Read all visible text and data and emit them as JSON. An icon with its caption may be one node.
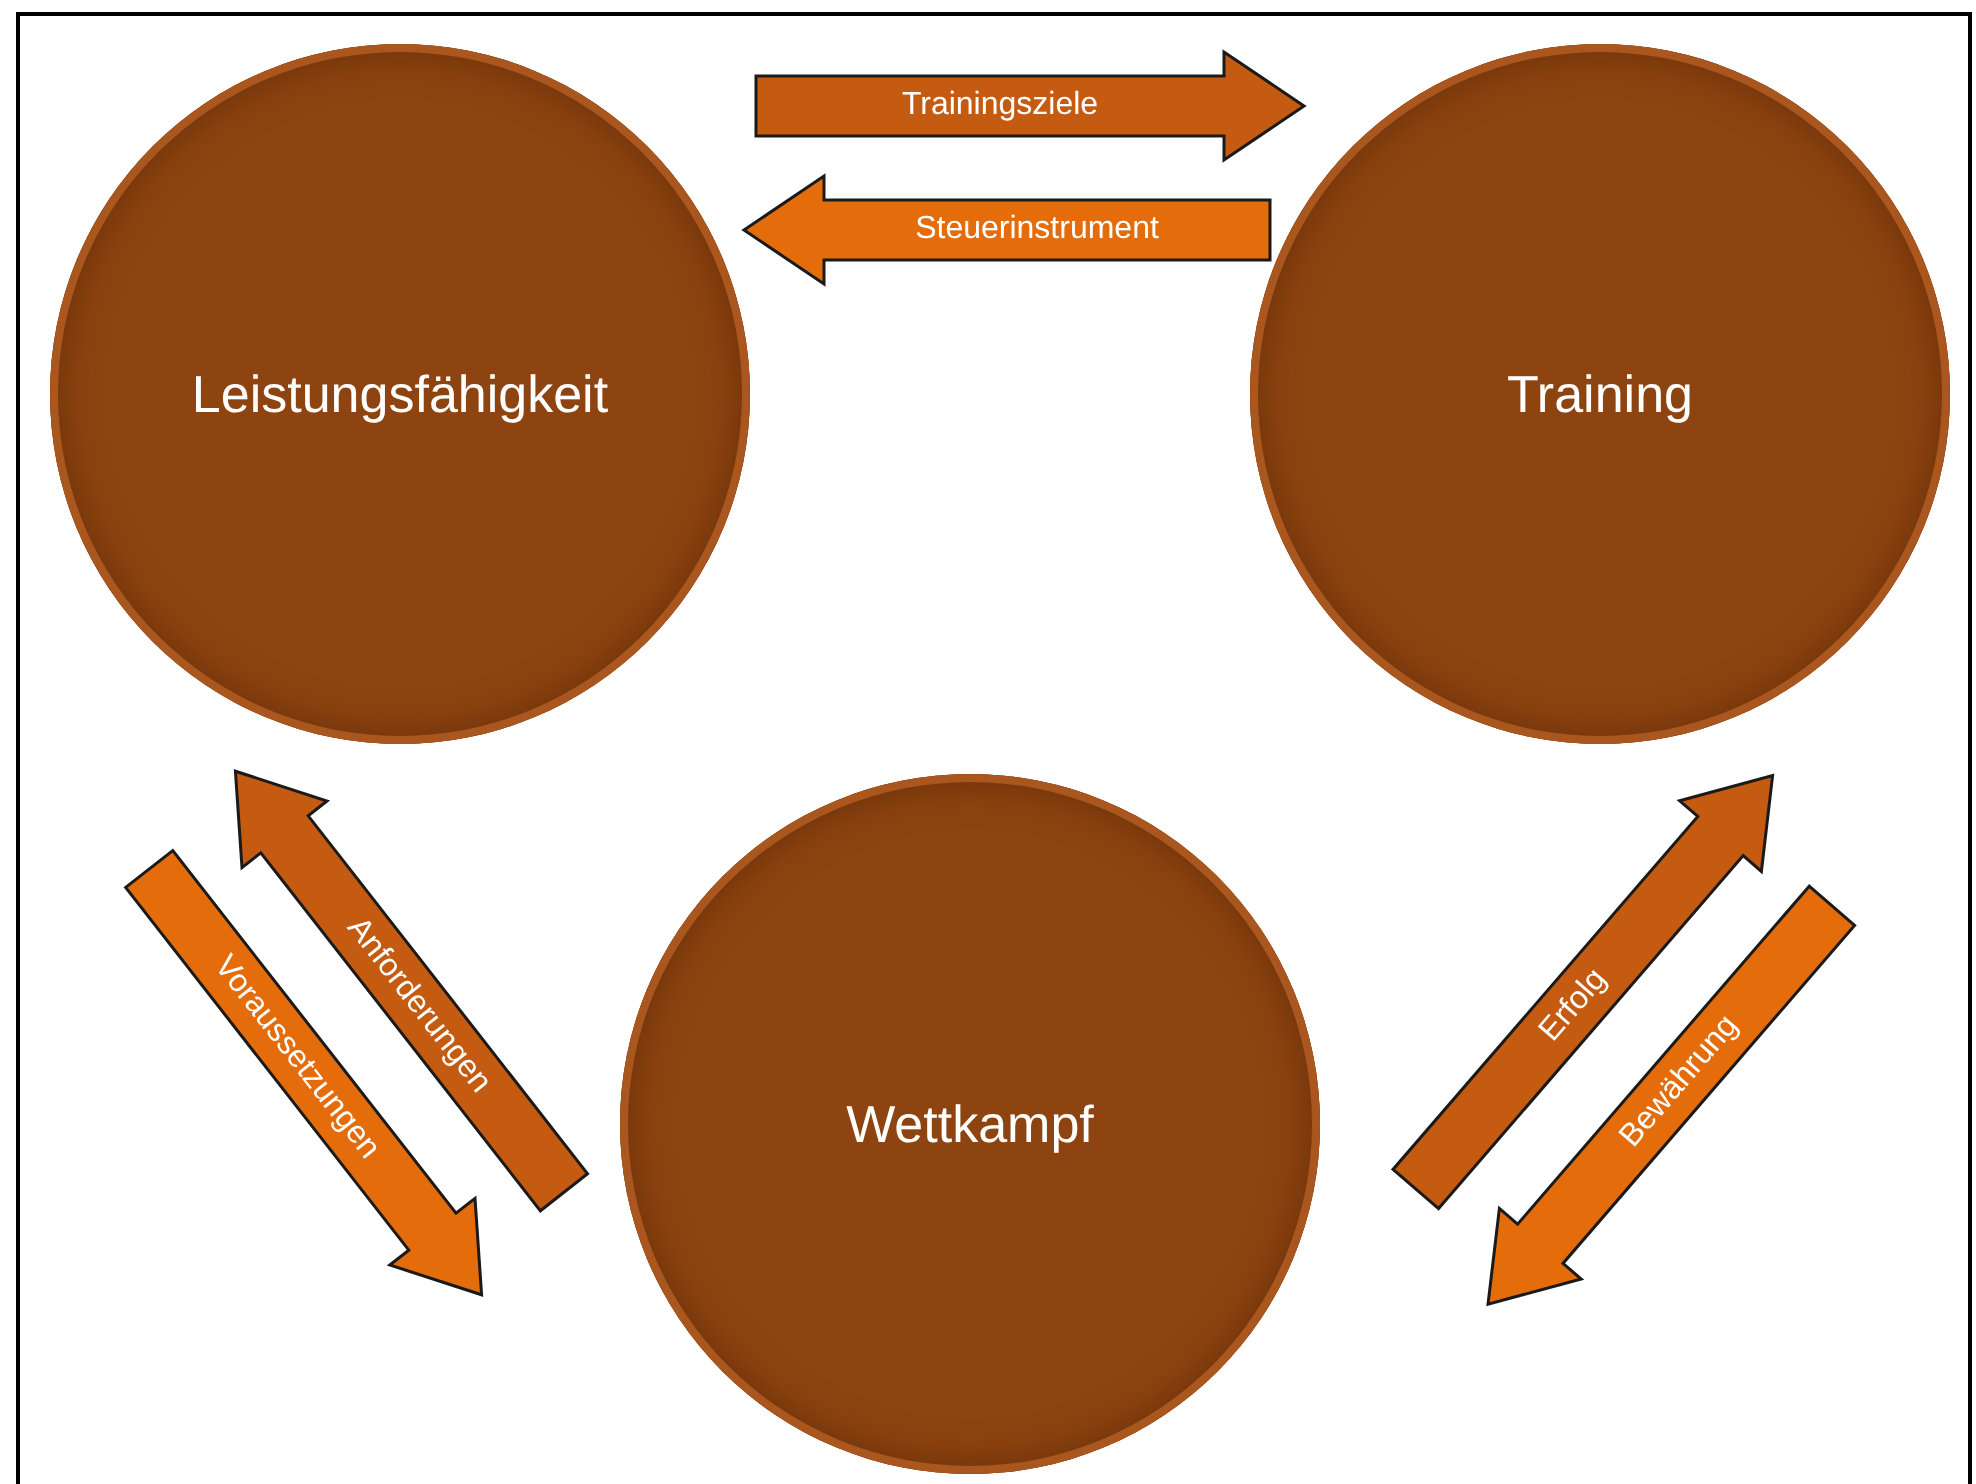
{
  "diagram": {
    "nodes": [
      {
        "text": [
          "Leistungsfähigkeit"
        ]
      },
      {
        "text": [
          "Training"
        ]
      },
      {
        "text": [
          "Wettkampf"
        ]
      }
    ],
    "edges": [
      {
        "from": 0,
        "to": 1,
        "arrow": "to",
        "label": "Trainingsziele",
        "style": "thick",
        "color": "#c55a11"
      },
      {
        "from": 1,
        "to": 0,
        "arrow": "to",
        "label": "Steuerinstrument",
        "style": "thick",
        "color": "#e46c0a"
      },
      {
        "from": 2,
        "to": 0,
        "arrow": "to",
        "label": "Anforderungen",
        "style": "thick",
        "color": "#c55a11"
      },
      {
        "from": 0,
        "to": 2,
        "arrow": "to",
        "label": "Voraussetzungen",
        "style": "thick",
        "color": "#e46c0a"
      },
      {
        "from": 2,
        "to": 1,
        "arrow": "to",
        "label": "Erfolg",
        "style": "thick",
        "color": "#c55a11"
      },
      {
        "from": 1,
        "to": 2,
        "arrow": "to",
        "label": "Bewährung",
        "style": "thick",
        "color": "#e46c0a"
      }
    ]
  }
}
